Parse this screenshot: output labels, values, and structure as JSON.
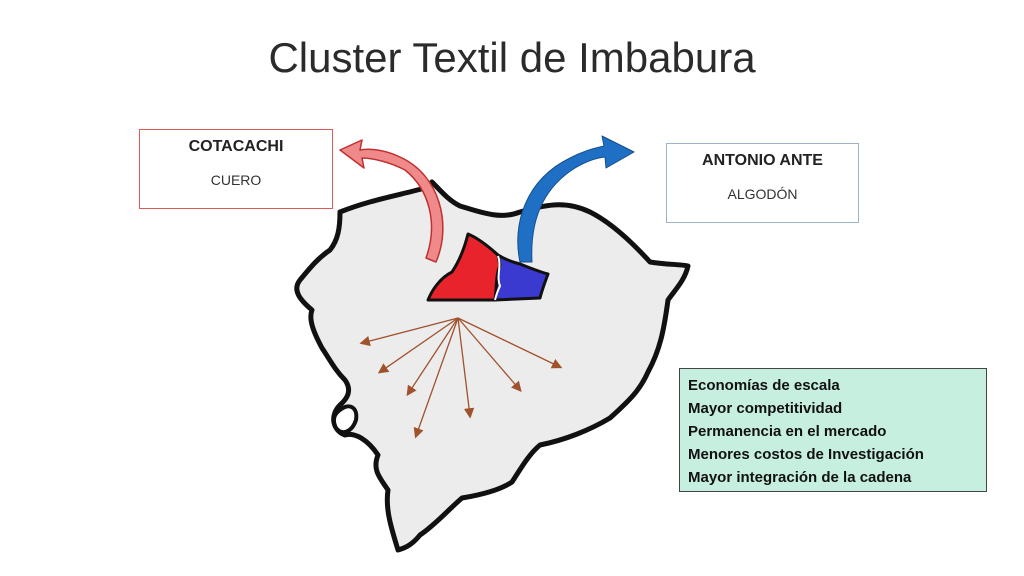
{
  "title": "Cluster Textil de Imbabura",
  "cotacachi": {
    "name": "COTACACHI",
    "product": "CUERO"
  },
  "antonio_ante": {
    "name": "ANTONIO ANTE",
    "product": "ALGODÓN"
  },
  "benefits": [
    "Economías de escala",
    "Mayor competitividad",
    "Permanencia en el mercado",
    "Menores costos de Investigación",
    "Mayor integración de la cadena"
  ],
  "colors": {
    "cotacachi_region": "#e8232b",
    "antonio_ante_region": "#3a3ad0",
    "left_arrow": "#f08a8a",
    "right_arrow": "#1f6fc4",
    "spread_arrows": "#a0522d",
    "country_fill": "#ececec",
    "benefits_bg": "#c6efe0"
  }
}
